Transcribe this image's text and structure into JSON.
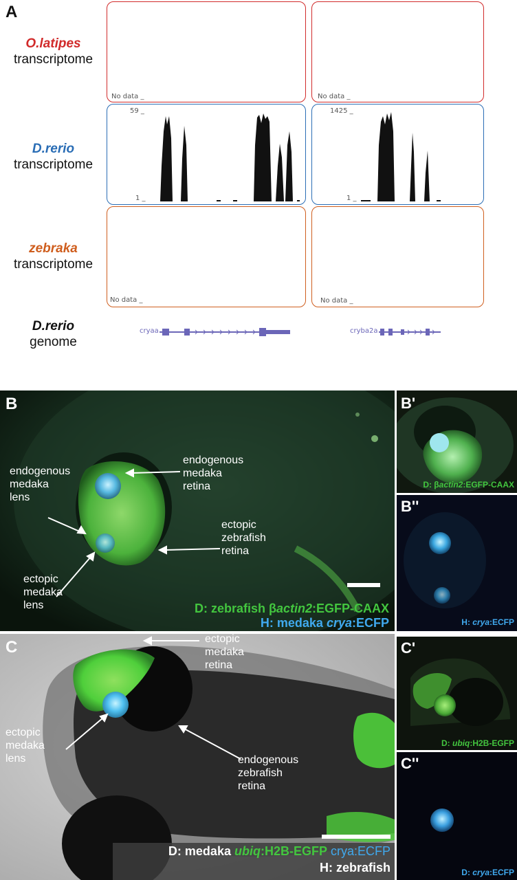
{
  "panel_a": {
    "letter": "A",
    "rows": [
      {
        "species": "O.latipes",
        "kind": "transcriptome",
        "color": "#d12a2a"
      },
      {
        "species": "D.rerio",
        "kind": "transcriptome",
        "color": "#2a6db5"
      },
      {
        "species": "zebraka",
        "kind": "transcriptome",
        "color": "#cf5e1e"
      },
      {
        "species": "D.rerio",
        "kind": "genome",
        "color": "#111111"
      }
    ],
    "no_data": "No data _",
    "drerio_left_max": "59 _",
    "drerio_left_min": "1 _",
    "drerio_right_max": "1425 _",
    "drerio_right_min": "1 _",
    "gene_left": "cryaa",
    "gene_right": "cryba2a",
    "gene_color": "#6b66b8"
  },
  "panel_b": {
    "letter": "B",
    "annotations": {
      "endo_lens": "endogenous\nmedaka\nlens",
      "endo_retina": "endogenous\nmedaka\nretina",
      "ecto_retina": "ectopic\nzebrafish\nretina",
      "ecto_lens": "ectopic\nmedaka\nlens"
    },
    "caption_d_prefix": "D: zebrafish β",
    "caption_d_italic": "actin2",
    "caption_d_suffix": ":EGFP-CAAX",
    "caption_h_prefix": "H: medaka ",
    "caption_h_italic": "crya",
    "caption_h_suffix": ":ECFP"
  },
  "panel_b1": {
    "letter": "B'",
    "caption_prefix": "D: β",
    "caption_italic": "actin2",
    "caption_suffix": ":EGFP-CAAX"
  },
  "panel_b2": {
    "letter": "B''",
    "caption_prefix": "H: ",
    "caption_italic": "crya",
    "caption_suffix": ":ECFP"
  },
  "panel_c": {
    "letter": "C",
    "annotations": {
      "ecto_retina": "ectopic\nmedaka\nretina",
      "ecto_lens": "ectopic\nmedaka\nlens",
      "endo_retina": "endogenous\nzebrafish\nretina"
    },
    "caption_d_prefix": "D: medaka ",
    "caption_d_italic": "ubiq",
    "caption_d_suffix": ":H2B-EGFP",
    "caption_d_blue": " crya:ECFP",
    "caption_h": "H: zebrafish"
  },
  "panel_c1": {
    "letter": "C'",
    "caption_prefix": "D: ",
    "caption_italic": "ubiq",
    "caption_suffix": ":H2B-EGFP"
  },
  "panel_c2": {
    "letter": "C''",
    "caption_prefix": "D: ",
    "caption_italic": "crya",
    "caption_suffix": ":ECFP"
  }
}
